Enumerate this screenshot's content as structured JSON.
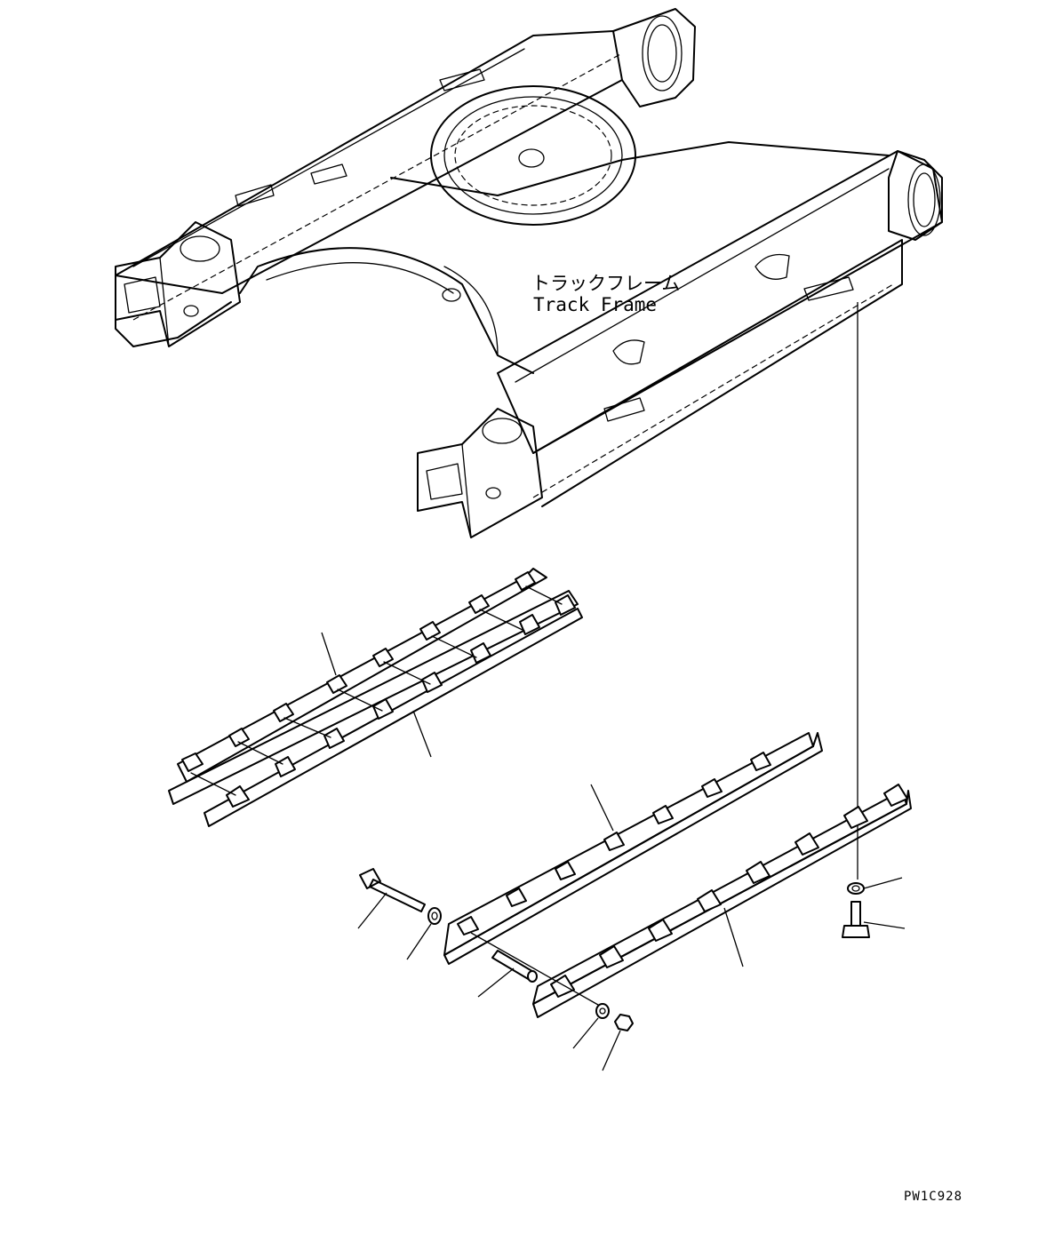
{
  "labels": {
    "track_frame_jp": "トラックフレーム",
    "track_frame_en": "Track Frame",
    "drawing_code": "PW1C928"
  }
}
